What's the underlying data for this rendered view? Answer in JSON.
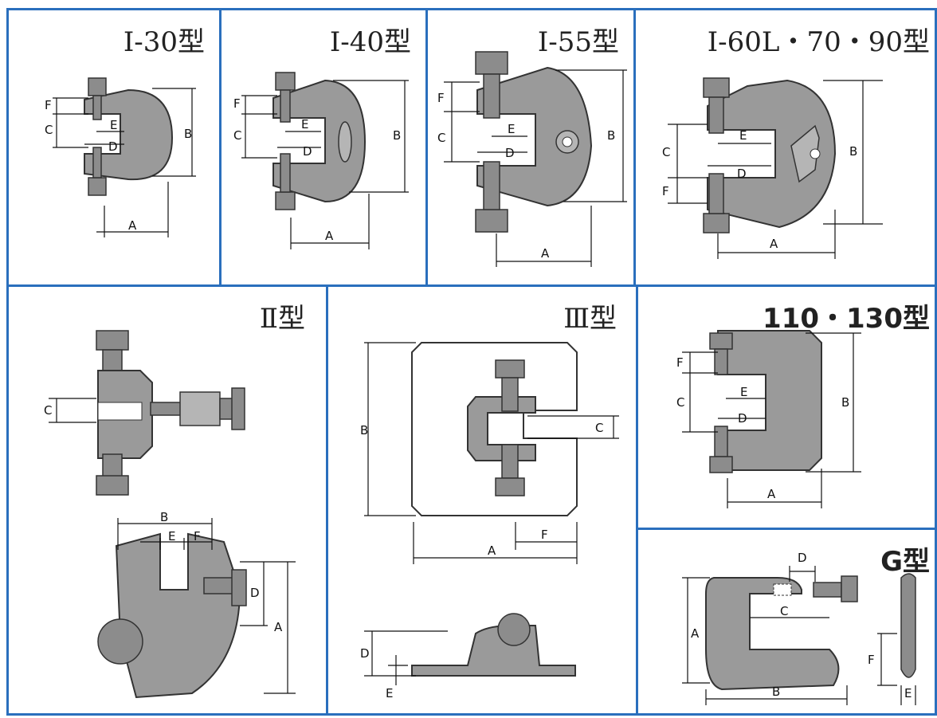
{
  "panels": {
    "i30": {
      "title": "Ⅰ-30型",
      "labels": {
        "a": "A",
        "b": "B",
        "c": "C",
        "d": "D",
        "e": "E",
        "f": "F"
      }
    },
    "i40": {
      "title": "Ⅰ-40型",
      "labels": {
        "a": "A",
        "b": "B",
        "c": "C",
        "d": "D",
        "e": "E",
        "f": "F"
      }
    },
    "i55": {
      "title": "Ⅰ-55型",
      "labels": {
        "a": "A",
        "b": "B",
        "c": "C",
        "d": "D",
        "e": "E",
        "f": "F"
      }
    },
    "i60": {
      "title": "Ⅰ-60L・70・90型",
      "labels": {
        "a": "A",
        "b": "B",
        "c": "C",
        "d": "D",
        "e": "E",
        "f": "F"
      }
    },
    "ii": {
      "title": "Ⅱ型",
      "labels": {
        "a": "A",
        "b": "B",
        "c": "C",
        "d": "D",
        "e": "E",
        "f": "F"
      }
    },
    "iii": {
      "title": "Ⅲ型",
      "labels": {
        "a": "A",
        "b": "B",
        "c": "C",
        "d": "D",
        "e": "E",
        "f": "F"
      }
    },
    "t110": {
      "title": "110・130型",
      "labels": {
        "a": "A",
        "b": "B",
        "c": "C",
        "d": "D",
        "e": "E",
        "f": "F"
      }
    },
    "g": {
      "title": "G型",
      "labels": {
        "a": "A",
        "b": "B",
        "c": "C",
        "d": "D",
        "e": "E",
        "f": "F"
      }
    }
  },
  "colors": {
    "border": "#2a6fbd",
    "metal": "#9a9a9a"
  }
}
